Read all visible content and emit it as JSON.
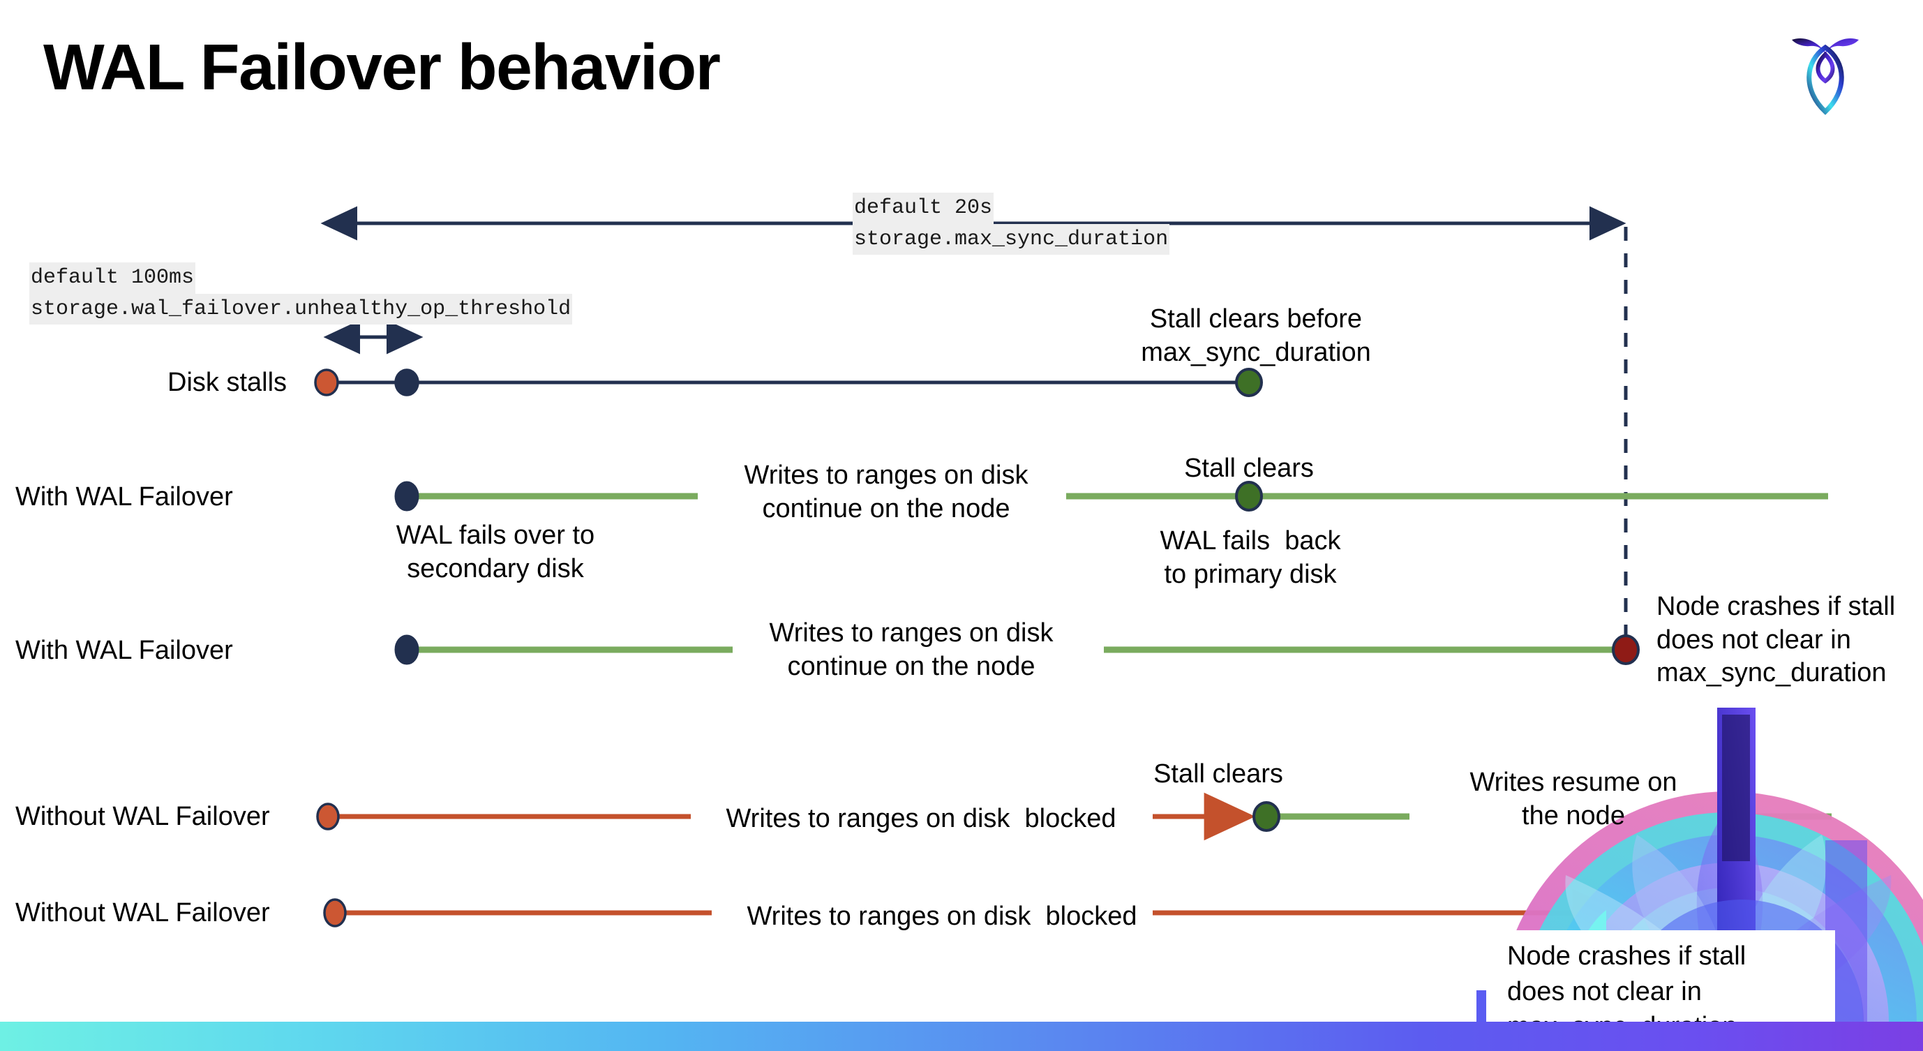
{
  "slide": {
    "title": "WAL Failover behavior",
    "logo_name": "cockroachdb-logo"
  },
  "annotations": {
    "max_sync": {
      "default": "default 20s",
      "setting": "storage.max_sync_duration"
    },
    "unhealthy_op": {
      "default": "default 100ms",
      "setting": "storage.wal_failover.unhealthy_op_threshold"
    }
  },
  "rows": [
    {
      "name": "Disk stalls",
      "label": "row-disk-stalls",
      "note": "Stall clears before\nmax_sync_duration"
    },
    {
      "name": "With WAL Failover",
      "label": "row-with-wal-failover-1",
      "note_start": "WAL fails over to\nsecondary disk",
      "note_mid": "Writes to ranges on disk\ncontinue on the node",
      "note_clear": "Stall clears",
      "note_end": "WAL fails  back\nto primary disk"
    },
    {
      "name": "With WAL Failover",
      "label": "row-with-wal-failover-2",
      "note_mid": "Writes to ranges on disk\ncontinue on the node",
      "note_crash": "Node crashes if stall\ndoes not clear in\nmax_sync_duration"
    },
    {
      "name": "Without WAL Failover",
      "label": "row-without-wal-failover-1",
      "note_mid": "Writes to ranges on disk  blocked",
      "note_clear": "Stall clears",
      "note_resume": "Writes resume on\nthe node"
    },
    {
      "name": "Without WAL Failover",
      "label": "row-without-wal-failover-2",
      "note_mid": "Writes to ranges on disk  blocked",
      "note_crash": "Node crashes if stall\ndoes not clear in\nmax_sync_duration"
    }
  ],
  "colors": {
    "navy": "#22304f",
    "green_line": "#7aab5e",
    "green_dot": "#3e7026",
    "orange": "#c4512c",
    "orange_dot": "#cc5733",
    "dark_red": "#8f1b16",
    "code_bg": "#eeeeee",
    "bar_start": "#6ef0e4",
    "bar_end": "#7b3fe4"
  }
}
